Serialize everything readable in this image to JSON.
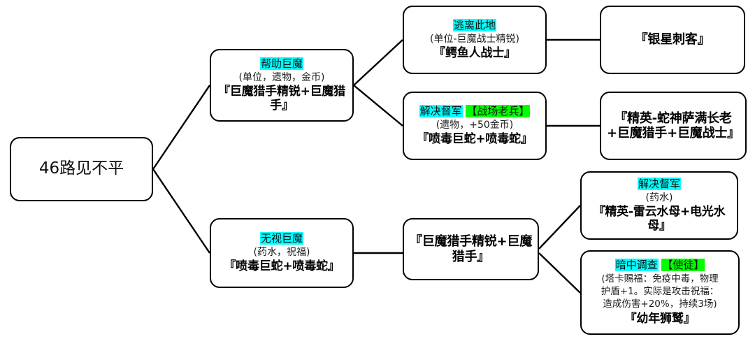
{
  "diagram": {
    "type": "decision-tree-flowchart",
    "colors": {
      "highlight_option": "#00ffff",
      "highlight_bonus": "#00ff00",
      "node_border": "#000000",
      "node_fill": "#ffffff",
      "edge": "#000000"
    },
    "root": {
      "label": "46路见不平"
    },
    "nodes": {
      "help_troll": {
        "option": "帮助巨魔",
        "reward": "(单位，遗物，金币)",
        "enemy": "『巨魔猎手精锐+巨魔猎手』"
      },
      "flee": {
        "option": "逃离此地",
        "reward": "(单位-巨魔战士精锐)",
        "enemy": "『鳄鱼人战士』"
      },
      "silver_assassin": {
        "enemy": "『银星刺客』"
      },
      "warlord_top": {
        "option": "解决督军",
        "bonus": "【战场老兵】",
        "reward": "(遗物，+50金币)",
        "enemy": "『喷毒巨蛇+喷毒蛇』"
      },
      "elite_snake": {
        "enemy": "『精英-蛇神萨满长老+巨魔猎手+巨魔战士』"
      },
      "ignore_troll": {
        "option": "无视巨魔",
        "reward": "(药水，祝福)",
        "enemy": "『喷毒巨蛇+喷毒蛇』"
      },
      "troll_hunter_elite": {
        "enemy": "『巨魔猎手精锐+巨魔猎手』"
      },
      "warlord_bottom": {
        "option": "解决督军",
        "reward": "(药水)",
        "enemy": "『精英-雷云水母+电光水母』"
      },
      "investigate": {
        "option": "暗中调查",
        "bonus": "【使徒】",
        "reward_line1": "(塔卡赐福：免疫中毒，物理",
        "reward_line2": "护盾+1。实际是攻击祝福：",
        "reward_line3": "造成伤害+20%，持续3场)",
        "enemy": "『幼年狮鹫』"
      }
    }
  }
}
